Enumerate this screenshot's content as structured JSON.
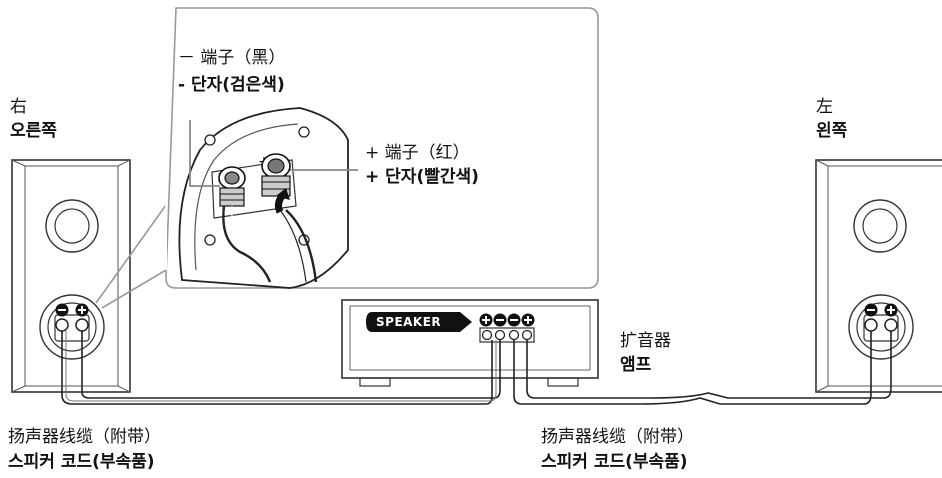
{
  "labels": {
    "right_cn": "右",
    "right_kr": "오른쪽",
    "left_cn": "左",
    "left_kr": "왼쪽",
    "minus_cn": "－ 端子（黑）",
    "minus_kr": "- 단자(검은색)",
    "plus_cn": "+ 端子（红）",
    "plus_kr": "+ 단자(빨간색)",
    "amp_cn": "扩音器",
    "amp_kr": "앰프",
    "cable_left_cn": "扬声器线缆（附带）",
    "cable_left_kr": "스피커 코드(부속품)",
    "cable_right_cn": "扬声器线缆（附带）",
    "cable_right_kr": "스피커 코드(부속품)"
  },
  "amplifier": {
    "speaker_label": "SPEAKER"
  },
  "icons": [
    "plus-terminal-icon",
    "minus-terminal-icon",
    "arrow-icon"
  ]
}
